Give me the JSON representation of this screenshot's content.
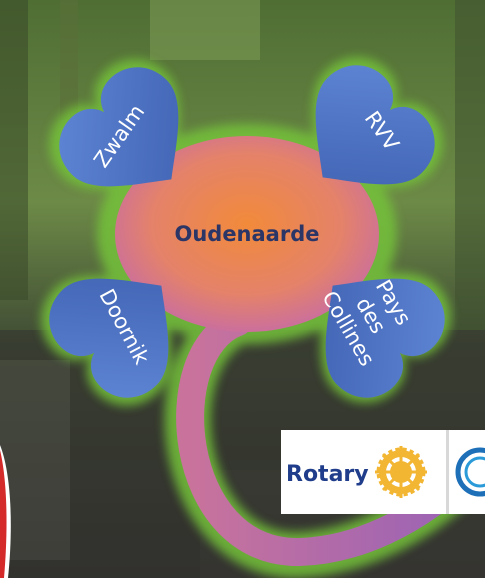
{
  "center_label": "Oudenaarde",
  "leaves": {
    "top_left": "Zwalm",
    "top_right": "RVV",
    "bottom_left": "Doornik",
    "bottom_right": {
      "line1": "Pays",
      "line2": "des",
      "line3": "Collines"
    }
  },
  "logo": {
    "name": "Rotary"
  },
  "colors": {
    "leaf_blue": "#4d73c6",
    "center_orange": "#ee8a4a",
    "center_pink": "#c56aa9",
    "stem": "#b66aa8",
    "glow_green": "#6fbf3a"
  }
}
